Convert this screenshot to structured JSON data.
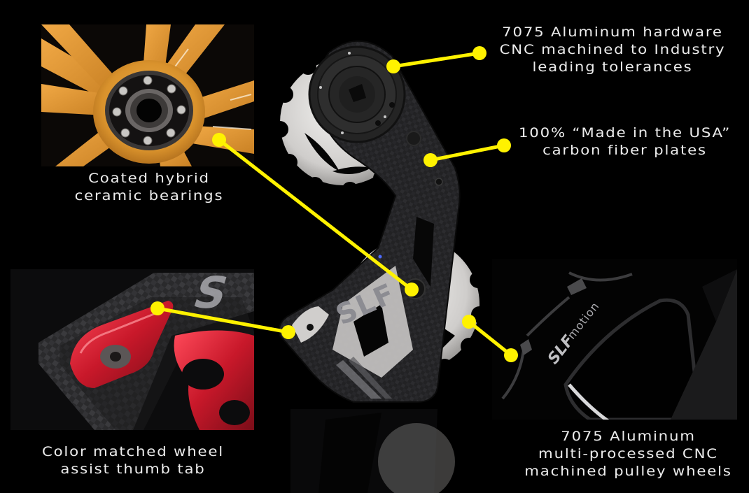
{
  "callout_color": "#FFF200",
  "background_color": "#000000",
  "product": {
    "logo_text": "SLF",
    "wheel_logo_text": "SLF",
    "wheel_logo_suffix": "motion"
  },
  "features": [
    {
      "id": "hardware",
      "lines": [
        "7075 Aluminum hardware",
        "CNC machined to Industry",
        "leading tolerances"
      ]
    },
    {
      "id": "carbon",
      "lines": [
        "100% “Made in the USA”",
        "carbon fiber plates"
      ]
    },
    {
      "id": "bearings",
      "lines": [
        "Coated hybrid",
        "ceramic bearings"
      ]
    },
    {
      "id": "thumb_tab",
      "lines": [
        "Color matched wheel",
        "assist thumb tab"
      ]
    },
    {
      "id": "pulley",
      "lines": [
        "7075 Aluminum",
        "multi-processed CNC",
        "machined pulley wheels"
      ]
    }
  ],
  "inset_colors": {
    "bearing_anodize": "#E8A33A",
    "thumb_tab_anodize": "#C8182A",
    "carbon": "#2a2a2c",
    "wheel_silver": "#d8d6d4"
  }
}
